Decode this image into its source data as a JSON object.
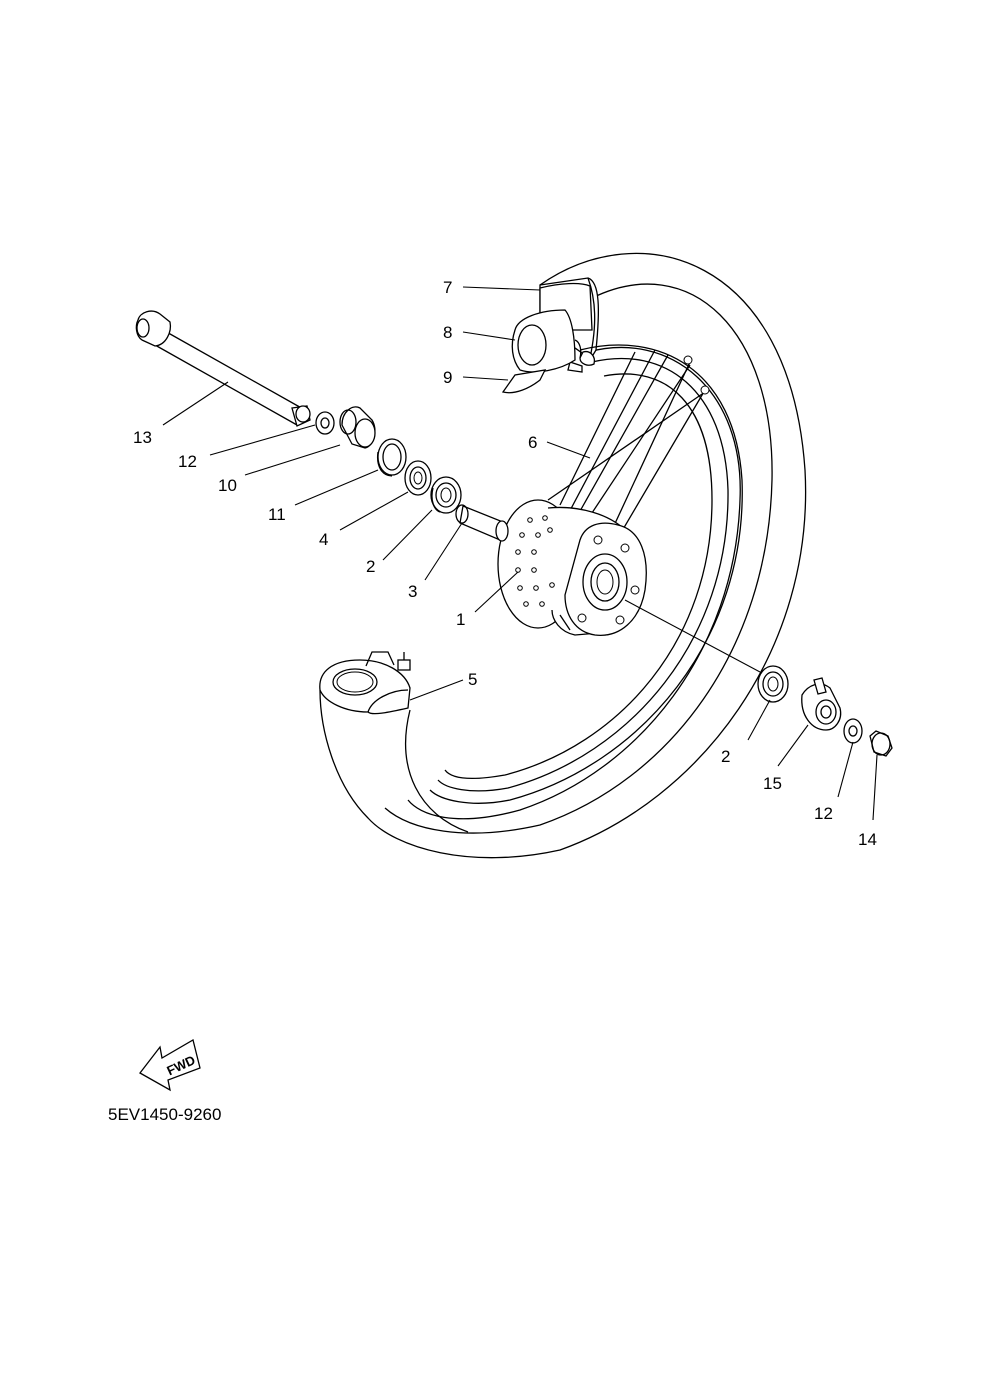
{
  "diagram": {
    "callouts": [
      {
        "id": "c7",
        "label": "7"
      },
      {
        "id": "c8",
        "label": "8"
      },
      {
        "id": "c9",
        "label": "9"
      },
      {
        "id": "c6",
        "label": "6"
      },
      {
        "id": "c13",
        "label": "13"
      },
      {
        "id": "c12a",
        "label": "12"
      },
      {
        "id": "c10",
        "label": "10"
      },
      {
        "id": "c11",
        "label": "11"
      },
      {
        "id": "c4",
        "label": "4"
      },
      {
        "id": "c2a",
        "label": "2"
      },
      {
        "id": "c3",
        "label": "3"
      },
      {
        "id": "c1",
        "label": "1"
      },
      {
        "id": "c5",
        "label": "5"
      },
      {
        "id": "c2b",
        "label": "2"
      },
      {
        "id": "c15",
        "label": "15"
      },
      {
        "id": "c12b",
        "label": "12"
      },
      {
        "id": "c14",
        "label": "14"
      }
    ],
    "fwd_label": "FWD",
    "drawing_code": "5EV1450-9260"
  }
}
